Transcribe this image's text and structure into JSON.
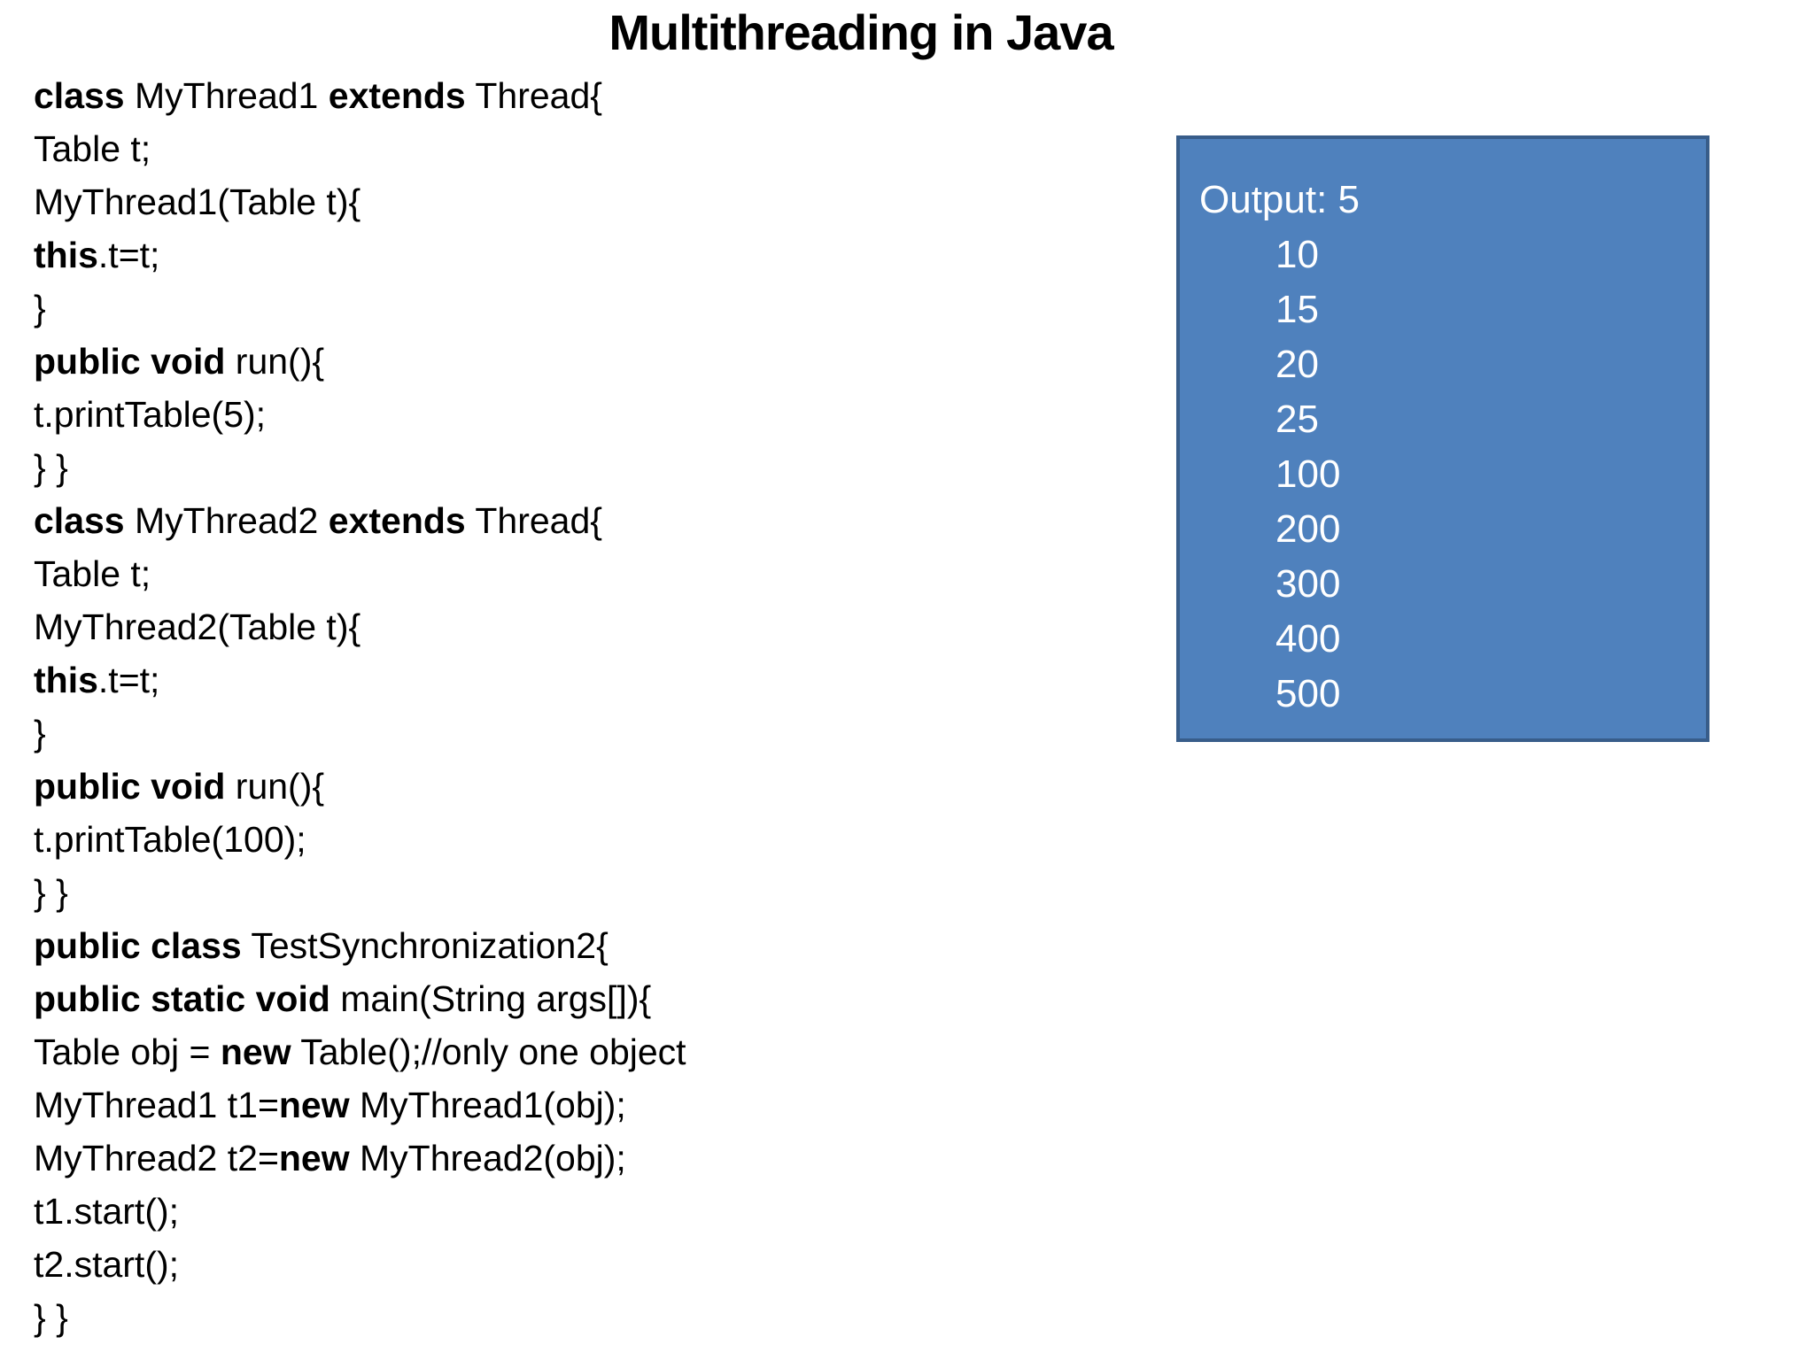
{
  "title": "Multithreading in Java",
  "code": {
    "lines": [
      [
        {
          "t": "class",
          "b": true
        },
        {
          "t": " MyThread1 ",
          "b": false
        },
        {
          "t": "extends",
          "b": true
        },
        {
          "t": " Thread{",
          "b": false
        }
      ],
      [
        {
          "t": "Table t;",
          "b": false
        }
      ],
      [
        {
          "t": "MyThread1(Table t){",
          "b": false
        }
      ],
      [
        {
          "t": "this",
          "b": true
        },
        {
          "t": ".t=t;",
          "b": false
        }
      ],
      [
        {
          "t": "}",
          "b": false
        }
      ],
      [
        {
          "t": "public void",
          "b": true
        },
        {
          "t": " run(){",
          "b": false
        }
      ],
      [
        {
          "t": "t.printTable(5);",
          "b": false
        }
      ],
      [
        {
          "t": "} }",
          "b": false
        }
      ],
      [
        {
          "t": "class",
          "b": true
        },
        {
          "t": " MyThread2 ",
          "b": false
        },
        {
          "t": "extends",
          "b": true
        },
        {
          "t": " Thread{",
          "b": false
        }
      ],
      [
        {
          "t": "Table t;",
          "b": false
        }
      ],
      [
        {
          "t": "MyThread2(Table t){",
          "b": false
        }
      ],
      [
        {
          "t": "this",
          "b": true
        },
        {
          "t": ".t=t;",
          "b": false
        }
      ],
      [
        {
          "t": "}",
          "b": false
        }
      ],
      [
        {
          "t": "public void",
          "b": true
        },
        {
          "t": " run(){",
          "b": false
        }
      ],
      [
        {
          "t": "t.printTable(100);",
          "b": false
        }
      ],
      [
        {
          "t": "} }",
          "b": false
        }
      ],
      [
        {
          "t": "public class",
          "b": true
        },
        {
          "t": " TestSynchronization2{",
          "b": false
        }
      ],
      [
        {
          "t": "public static void",
          "b": true
        },
        {
          "t": " main(String args[]){",
          "b": false
        }
      ],
      [
        {
          "t": "Table obj = ",
          "b": false
        },
        {
          "t": "new",
          "b": true
        },
        {
          "t": " Table();//only one object",
          "b": false
        }
      ],
      [
        {
          "t": "MyThread1 t1=",
          "b": false
        },
        {
          "t": "new",
          "b": true
        },
        {
          "t": " MyThread1(obj);",
          "b": false
        }
      ],
      [
        {
          "t": "MyThread2 t2=",
          "b": false
        },
        {
          "t": "new",
          "b": true
        },
        {
          "t": " MyThread2(obj);",
          "b": false
        }
      ],
      [
        {
          "t": "t1.start();",
          "b": false
        }
      ],
      [
        {
          "t": "t2.start();",
          "b": false
        }
      ],
      [
        {
          "t": "} }",
          "b": false
        }
      ]
    ]
  },
  "output_box": {
    "header": "Output: 5",
    "values": [
      "10",
      "15",
      "20",
      "25",
      "100",
      "200",
      "300",
      "400",
      "500"
    ],
    "fill_color": "#4f81bd",
    "border_color": "#385d8a",
    "text_color": "#ffffff"
  },
  "colors": {
    "background": "#ffffff",
    "code_text": "#000000"
  }
}
